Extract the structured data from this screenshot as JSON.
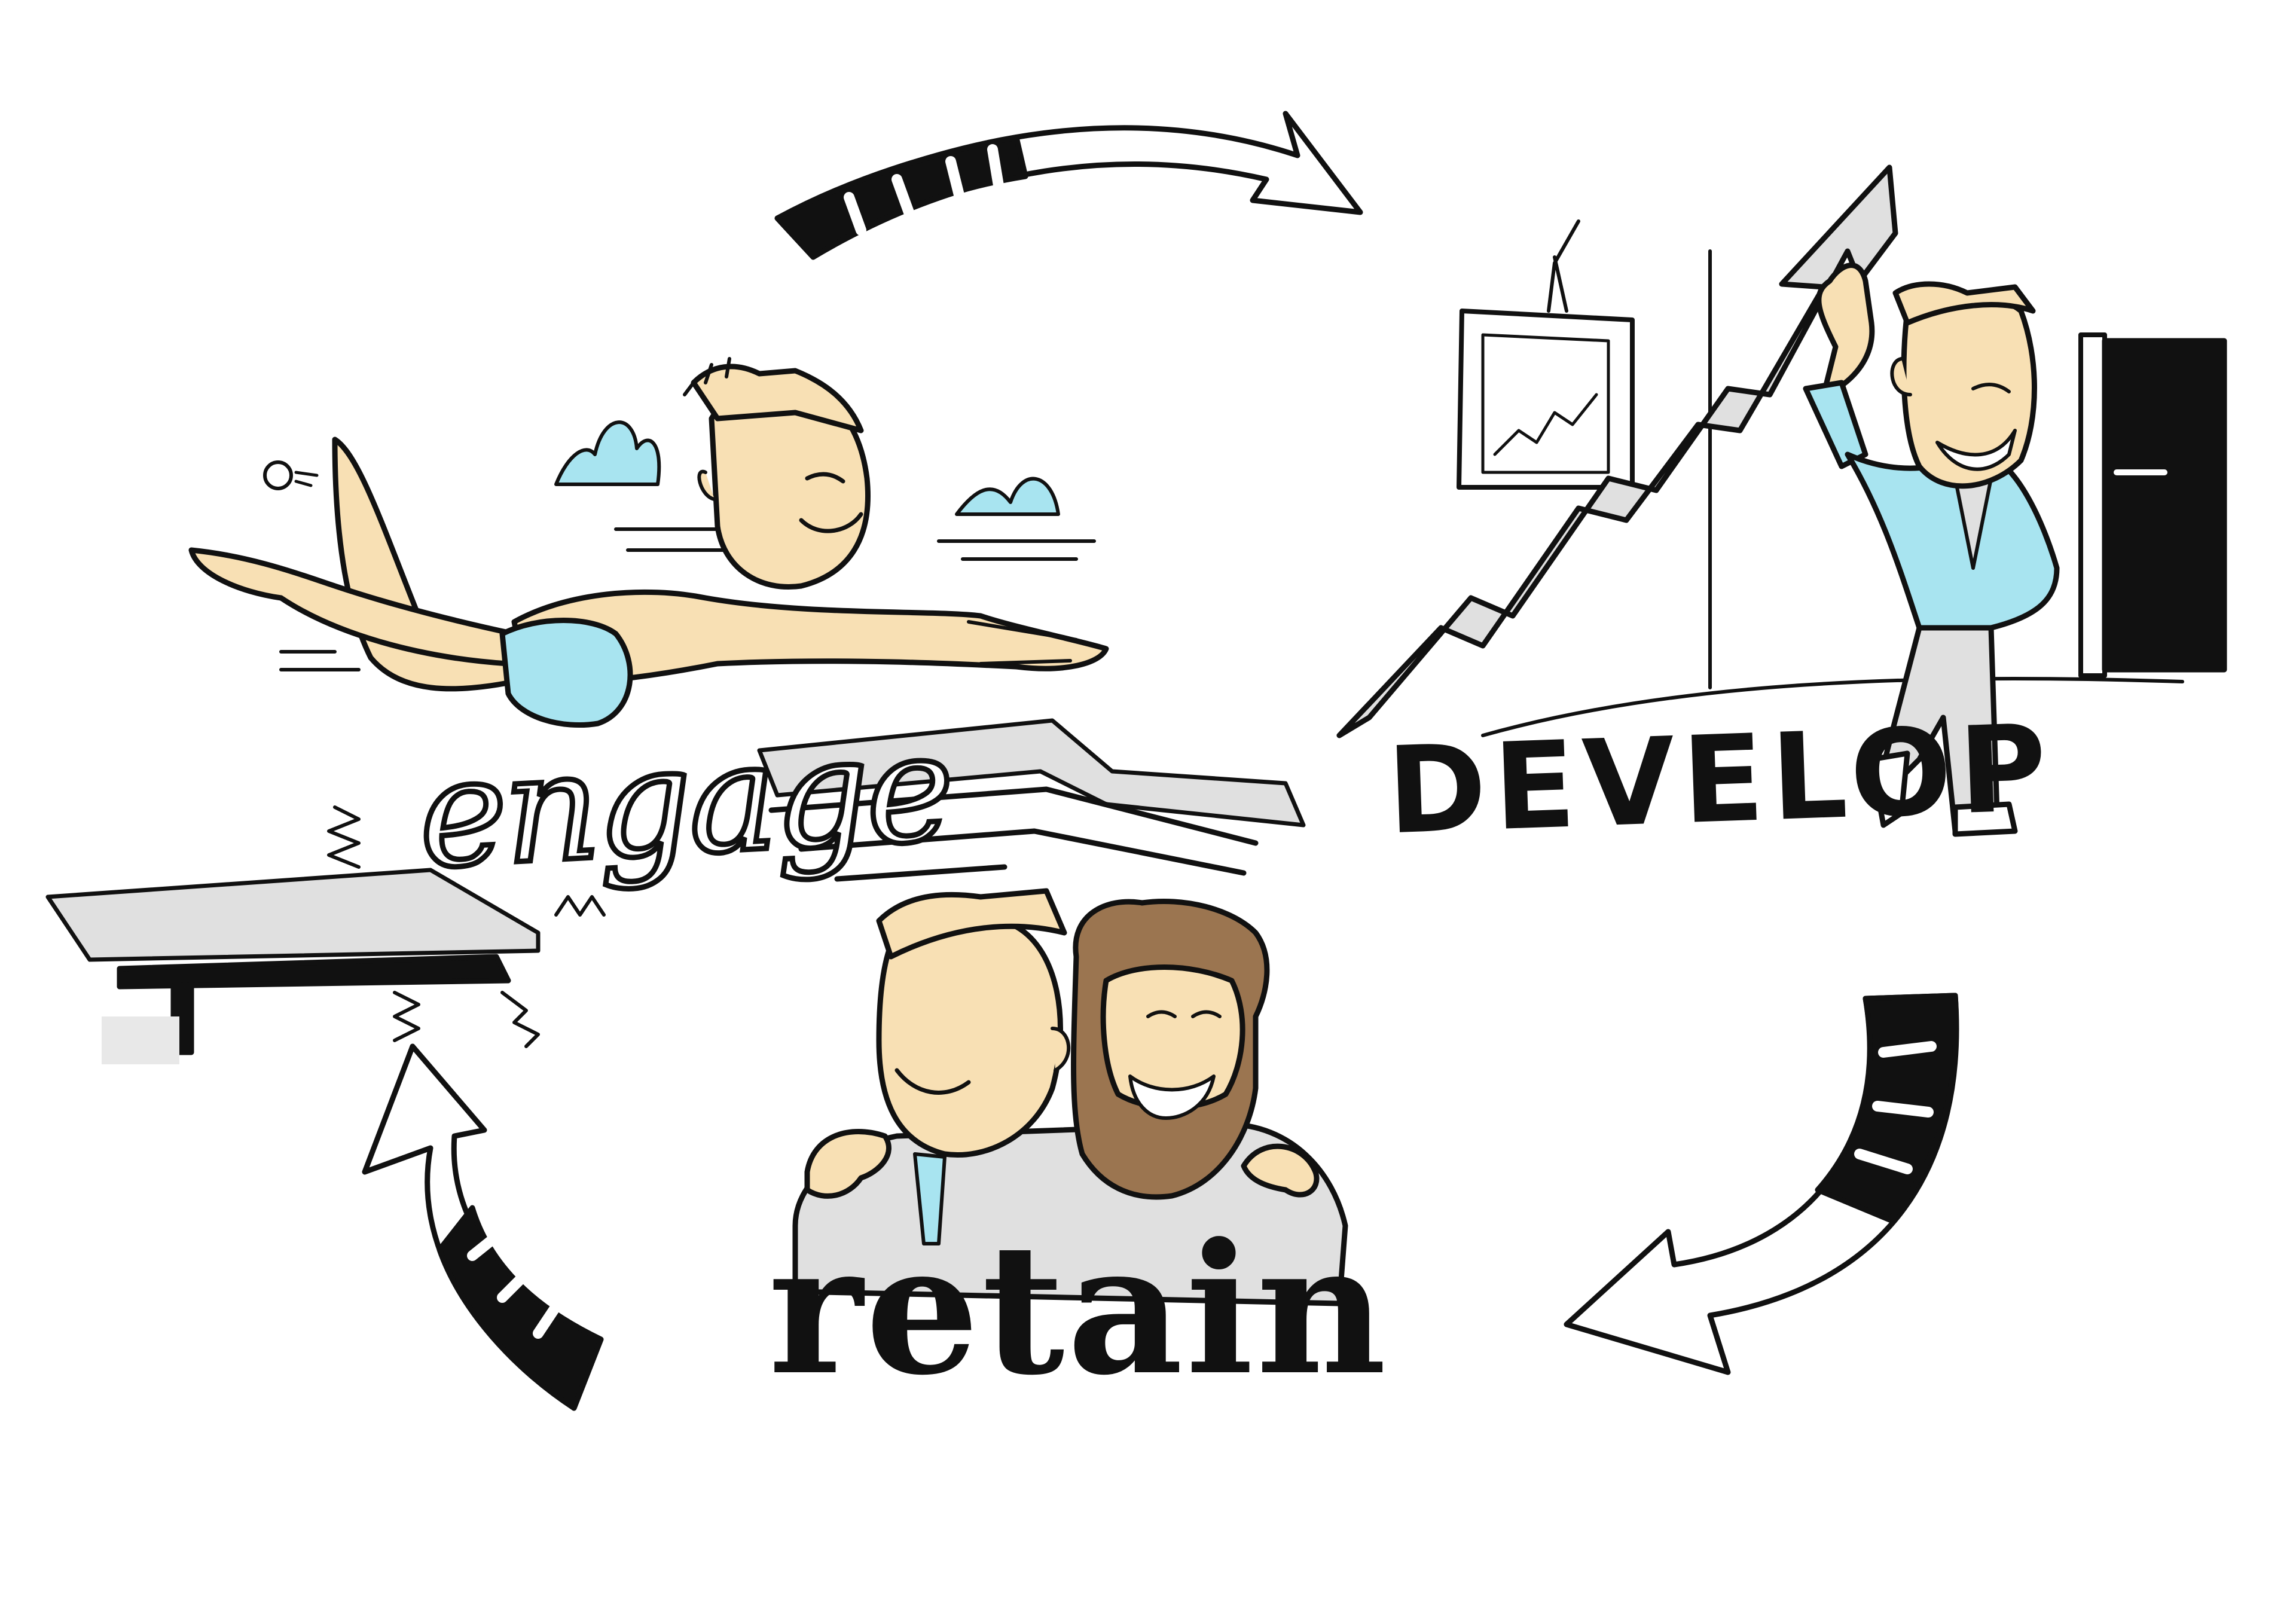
{
  "labels": {
    "engage": "engage",
    "develop": "DEVELOP",
    "retain": "retain"
  },
  "colors": {
    "skin": "#F8E0B4",
    "light_blue": "#A8E4F0",
    "grey": "#E0E0E0",
    "brown_hair": "#9B7550",
    "ink": "#111111"
  },
  "cycle": [
    "engage",
    "develop",
    "retain"
  ]
}
